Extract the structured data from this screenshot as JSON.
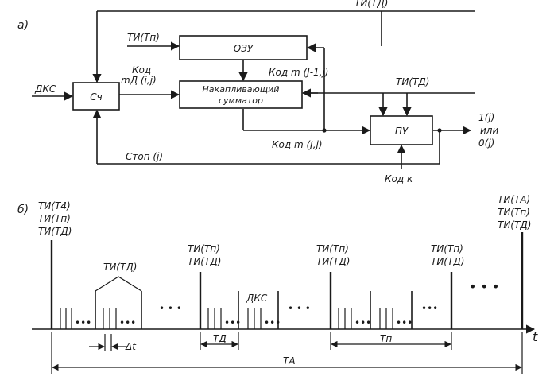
{
  "panel_a": {
    "label": "а)",
    "blocks": {
      "counter": "Сч",
      "ram": "ОЗУ",
      "adder_line1": "Накапливающий",
      "adder_line2": "сумматор",
      "pu": "ПУ"
    },
    "signals": {
      "dks": "ДКС",
      "ti_tp": "ТИ(Тп)",
      "ti_td_top": "ТИ(ТД)",
      "ti_td_right": "ТИ(ТД)",
      "code_in_line1": "Код",
      "code_in_line2": "mД (i,j)",
      "code_ram_out": "Код m (J-1,j)",
      "code_adder_out": "Код m (J,j)",
      "stop": "Стоп (j)",
      "code_k": "Код к",
      "out_line1": "1(j)",
      "out_line2": "или",
      "out_line3": "0(j)"
    }
  },
  "panel_b": {
    "label": "б)",
    "marker_start": [
      "ТИ(Т4)",
      "ТИ(Тп)",
      "ТИ(ТД)"
    ],
    "marker_mid_1": [
      "ТИ(Тп)",
      "ТИ(ТД)"
    ],
    "marker_mid_2": [
      "ТИ(Тп)",
      "ТИ(ТД)"
    ],
    "marker_mid_3": [
      "ТИ(Тп)",
      "ТИ(ТД)"
    ],
    "marker_end": [
      "ТИ(ТА)",
      "ТИ(Тп)",
      "ТИ(ТД)"
    ],
    "bracket_label": "ТИ(ТД)",
    "dks_label": "ДКС",
    "delta_t": "Δt",
    "t_d": "ТД",
    "t_p": "Тп",
    "t_a": "ТА",
    "axis_t": "t",
    "ellipsis": "• • •"
  }
}
